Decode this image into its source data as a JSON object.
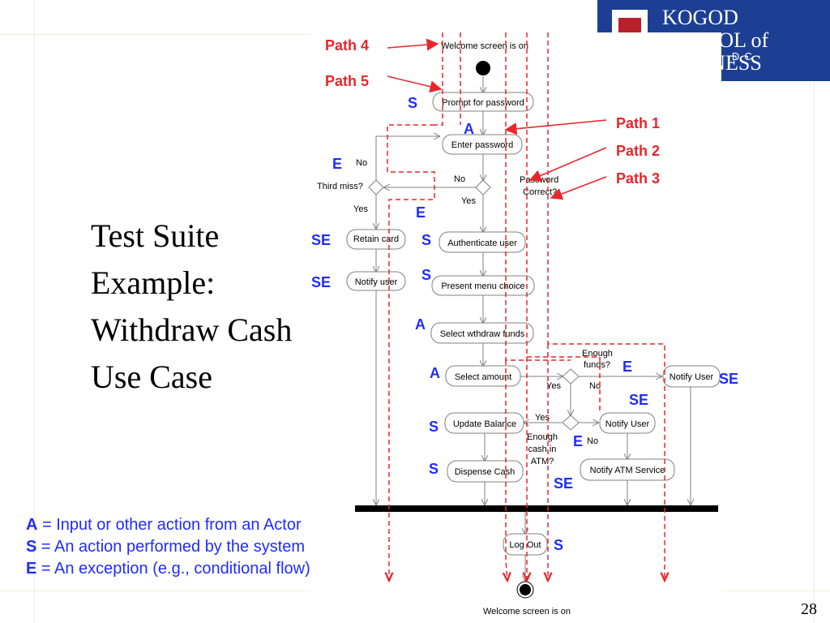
{
  "slide": {
    "title_lines": [
      "Test Suite",
      "Example:",
      "Withdraw Cash",
      "Use Case"
    ],
    "page_number": "28"
  },
  "logo": {
    "name_line1": "KOGOD",
    "name_line2": "SCHOOL of BUSINESS",
    "subtitle": "NGTON, DC"
  },
  "legend": [
    {
      "key": "A",
      "text": " = Input or other action from an Actor"
    },
    {
      "key": "S",
      "text": " = An action performed by the system"
    },
    {
      "key": "E",
      "text": " = An exception (e.g., conditional flow)"
    }
  ],
  "diagram": {
    "start_label": "Welcome screen is on",
    "end_label": "Welcome screen is on",
    "nodes": {
      "prompt_password": "Prompt for password",
      "enter_password": "Enter password",
      "retain_card": "Retain card",
      "notify_user_left": "Notify user",
      "authenticate_user": "Authenticate user",
      "present_menu": "Present menu choice",
      "select_withdraw": "Select wthdraw funds",
      "select_amount": "Select amount",
      "notify_user_funds": "Notify User",
      "update_balance": "Update Balance",
      "notify_user_cash": "Notify User",
      "dispense_cash": "Dispense Cash",
      "notify_atm_service": "Notify ATM Service",
      "log_out": "Log Out"
    },
    "decisions": {
      "third_miss": "Third miss?",
      "password_correct_1": "Password",
      "password_correct_2": "Correct?",
      "enough_funds_1": "Enough",
      "enough_funds_2": "funds?",
      "enough_cash_1": "Enough",
      "enough_cash_2": "cash in",
      "enough_cash_3": "ATM?"
    },
    "guards": {
      "no_third": "No",
      "yes_third": "Yes",
      "no_password": "No",
      "yes_password": "Yes",
      "yes_funds": "Yes",
      "no_funds": "No",
      "yes_cash": "Yes",
      "no_cash": "No"
    },
    "markers": {
      "prompt": "S",
      "enter": "A",
      "third_miss": "E",
      "password_correct": "E",
      "retain": "SE",
      "notify_left": "SE",
      "authenticate": "S",
      "present": "S",
      "select_withdraw": "A",
      "select_amount": "A",
      "enough_funds": "E",
      "notify_funds": "SE",
      "notify_cash": "SE",
      "update": "S",
      "enough_cash": "E",
      "dispense": "S",
      "atm_service": "SE",
      "log_out": "S"
    },
    "paths": [
      "Path 1",
      "Path 2",
      "Path 3",
      "Path 4",
      "Path 5"
    ]
  },
  "colors": {
    "path_red": "#e8262b",
    "marker_blue": "#1f2cff",
    "logo_navy": "#1c3f94",
    "flow_gray": "#808080"
  }
}
